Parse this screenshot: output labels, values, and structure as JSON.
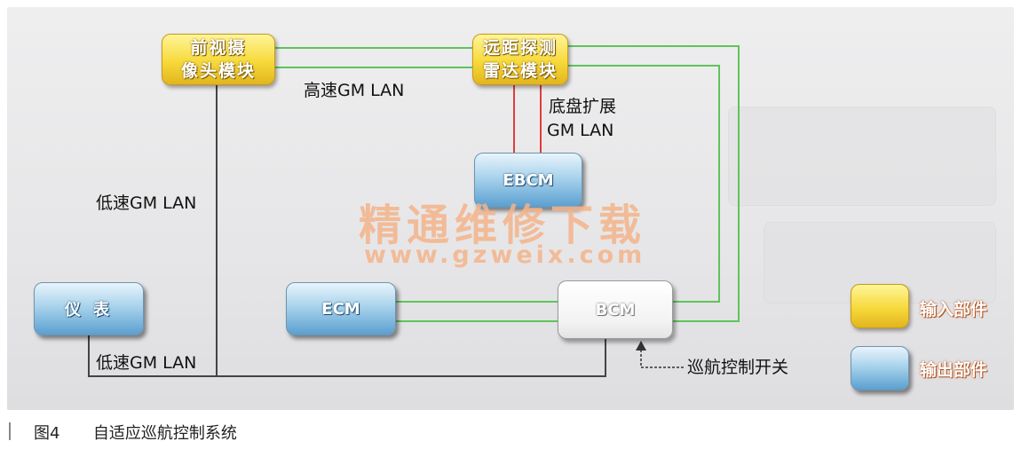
{
  "modules": {
    "front_camera": {
      "line1": "前视摄",
      "line2": "像头模块"
    },
    "radar": {
      "line1": "远距探测",
      "line2": "雷达模块"
    },
    "ebcm": "EBCM",
    "ecm": "ECM",
    "bcm": "BCM",
    "instrument": "仪 表"
  },
  "labels": {
    "high_speed_lan": "高速GM LAN",
    "chassis_lan_1": "底盘扩展",
    "chassis_lan_2": "GM LAN",
    "low_speed_lan_left": "低速GM LAN",
    "low_speed_lan_bottom": "低速GM LAN",
    "cruise_switch": "巡航控制开关"
  },
  "legend": {
    "input": "输入部件",
    "output": "输出部件"
  },
  "watermark": {
    "cn": "精通维修下载",
    "url": "www.gzweix.com"
  },
  "caption": {
    "fig": "图4",
    "title": "自适应巡航控制系统"
  },
  "colors": {
    "input_yellow": "#f7d93a",
    "output_blue": "#5b9fd0",
    "high_speed_wire": "#5fc45a",
    "chassis_wire": "#e23c3c",
    "low_speed_wire": "#444444"
  }
}
